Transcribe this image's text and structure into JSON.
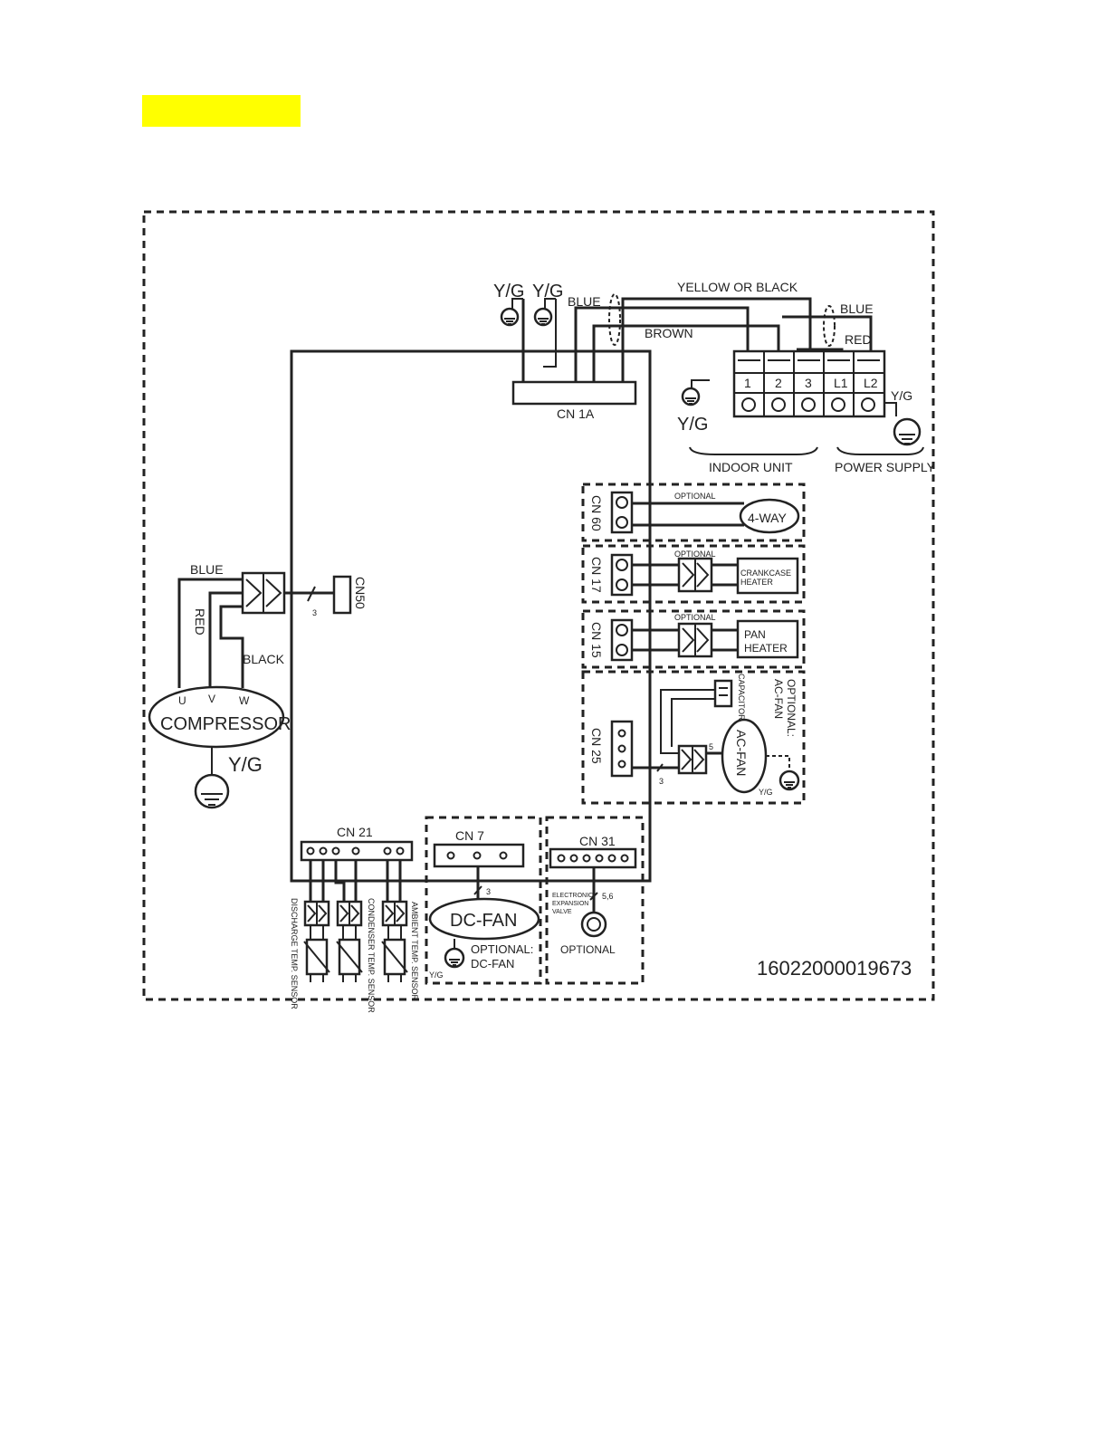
{
  "header": {
    "highlight_color": "#ffff00"
  },
  "diagram": {
    "terminals": {
      "yg1": "Y/G",
      "yg2": "Y/G",
      "yg3": "Y/G",
      "yg4": "Y/G",
      "t1": "1",
      "t2": "2",
      "t3": "3",
      "tl1": "L1",
      "tl2": "L2",
      "indoor_unit": "INDOOR UNIT",
      "power_supply": "POWER SUPPLY"
    },
    "wires": {
      "blue": "BLUE",
      "yellow_or_black": "YELLOW OR BLACK",
      "blue2": "BLUE",
      "brown": "BROWN",
      "red": "RED",
      "comp_blue": "BLUE",
      "comp_red": "RED",
      "comp_black": "BLACK"
    },
    "connectors": {
      "cn1a": "CN 1A",
      "cn60": "CN 60",
      "cn17": "CN 17",
      "cn15": "CN 15",
      "cn25": "CN 25",
      "cn50": "CN50",
      "cn21": "CN 21",
      "cn7": "CN 7",
      "cn31": "CN 31"
    },
    "compressor": {
      "label": "COMPRESSOR",
      "u": "U",
      "v": "V",
      "w": "W",
      "ground": "Y/G",
      "wire_count": "3"
    },
    "options": {
      "optional": "OPTIONAL",
      "four_way": "4-WAY",
      "crankcase_heater_1": "CRANKCASE",
      "crankcase_heater_2": "HEATER",
      "pan_heater_1": "PAN",
      "pan_heater_2": "HEATER",
      "capacitor": "CAPACITOR",
      "ac_fan": "AC-FAN",
      "ac_fan_optional_1": "OPTIONAL:",
      "ac_fan_optional_2": "AC-FAN",
      "ac_fan_pin5": "5",
      "ac_fan_pin3": "3",
      "ac_fan_ground": "Y/G"
    },
    "sensors": {
      "discharge": "DISCHARGE TEMP. SENSOR",
      "condenser": "CONDENSER TEMP. SENSOR",
      "ambient": "AMBIENT TEMP. SENSOR"
    },
    "dc_fan": {
      "label": "DC-FAN",
      "optional_1": "OPTIONAL:",
      "optional_2": "DC-FAN",
      "pin": "3",
      "ground": "Y/G"
    },
    "eev": {
      "line1": "ELECTRONIC",
      "line2": "EXPANSION",
      "line3": "VALVE",
      "pins": "5,6",
      "optional": "OPTIONAL"
    },
    "part_number": "16022000019673"
  }
}
